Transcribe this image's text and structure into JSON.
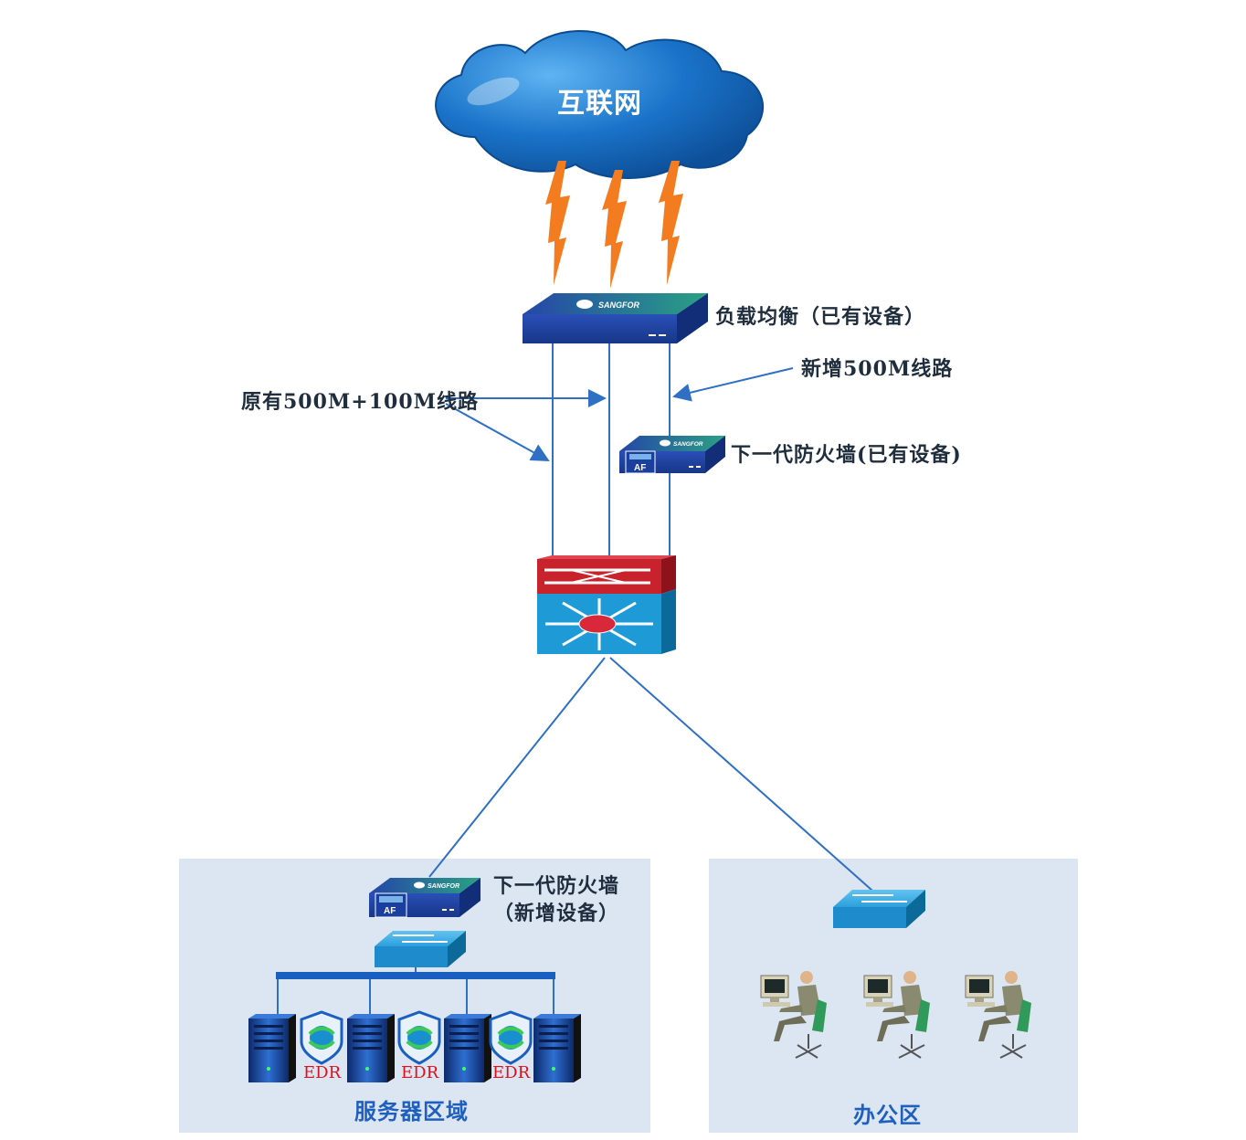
{
  "cloud": {
    "label": "互联网"
  },
  "devices": {
    "load_balancer": {
      "label": "负载均衡（已有设备）",
      "brand": "SANGFOR"
    },
    "ngfw_existing": {
      "label": "下一代防火墙(已有设备)",
      "brand": "SANGFOR",
      "badge": "AF"
    },
    "ngfw_new": {
      "label_line1": "下一代防火墙",
      "label_line2": "（新增设备）",
      "brand": "SANGFOR",
      "badge": "AF"
    },
    "edr": {
      "badge": "EDR"
    }
  },
  "links": {
    "original": "原有500M+100M线路",
    "new": "新增500M线路"
  },
  "zones": {
    "server": {
      "label": "服务器区域"
    },
    "office": {
      "label": "办公区"
    }
  },
  "colors": {
    "cloud": "#1a73c9",
    "line": "#2f6fc4",
    "lightning": "#f47c20",
    "zone_bg": "#dce6f2",
    "core_switch_top": "#c8232c",
    "core_switch_bottom": "#1e9bd7",
    "zone_label": "#1f5fbf"
  }
}
